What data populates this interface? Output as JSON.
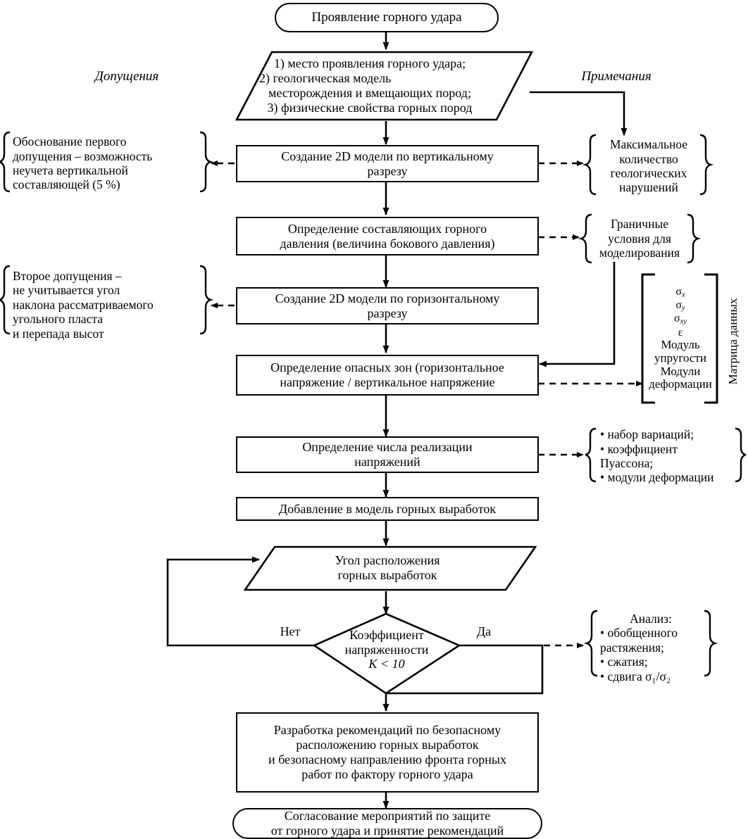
{
  "diagram": {
    "title_left": "Допущения",
    "title_right": "Примечания",
    "nodes": {
      "start": "Проявление горного удара",
      "inputs": "1) место проявления горного удара;\n2) геологическая модель\nместорождения и вмещающих пород;\n3) физические свойства горных пород",
      "inputs_l1": "1) место проявления горного удара;",
      "inputs_l2": "2) геологическая модель",
      "inputs_l3": "месторождения и вмещающих пород;",
      "inputs_l4": "3) физические свойства горных пород",
      "model_vertical_l1": "Создание 2D модели по вертикальному",
      "model_vertical_l2": "разрезу",
      "pressure_l1": "Определение составляющих горного",
      "pressure_l2": "давления (величина бокового давления)",
      "model_horizontal_l1": "Создание 2D модели по горизонтальному",
      "model_horizontal_l2": "разрезу",
      "danger_zones_l1": "Определение опасных зон (горизонтальное",
      "danger_zones_l2": "напряжение / вертикальное напряжение",
      "realizations_l1": "Определение числа реализации",
      "realizations_l2": "напряжений",
      "add_workings": "Добавление в модель горных выработок",
      "angle_l1": "Угол расположения",
      "angle_l2": "горных выработок",
      "decision_l1": "Коэффициент",
      "decision_l2": "напряженности",
      "decision_l3": "K < 10",
      "recommend_l1": "Разработка рекомендаций по безопасному",
      "recommend_l2": "расположению горных выработок",
      "recommend_l3": "и безопасному направлению фронта горных",
      "recommend_l4": "работ по фактору горного удара",
      "end_l1": "Согласование мероприятий по защите",
      "end_l2": "от горного удара и принятие рекомендаций"
    },
    "edge_labels": {
      "no": "Нет",
      "yes": "Да"
    },
    "left_notes": [
      {
        "id": "assumption-1",
        "lines": [
          "Обоснование первого",
          "допущения – возможность",
          "неучета вертикальной",
          "составляющей (5 %)"
        ]
      },
      {
        "id": "assumption-2",
        "lines": [
          "Второе допущения –",
          "не учитывается угол",
          "наклона рассматриваемого",
          "угольного пласта",
          "и перепада высот"
        ]
      }
    ],
    "right_notes": [
      {
        "id": "max-faults",
        "lines": [
          "Максимальное",
          "количество",
          "геологических",
          "нарушений"
        ]
      },
      {
        "id": "boundary-conditions",
        "lines": [
          "Граничные",
          "условия для",
          "моделирования"
        ]
      },
      {
        "id": "variation-set",
        "lines": [
          "• набор вариаций;",
          "• коэффициент",
          "   Пуассона;",
          "• модули деформации"
        ]
      },
      {
        "id": "analysis",
        "title": "Анализ:",
        "lines": [
          "• обобщенного",
          "   растяжения;",
          "• сжатия;",
          "• сдвига σ₁/σ₂"
        ]
      }
    ],
    "matrix": {
      "label": "Матрица данных",
      "rows": [
        "σx",
        "σy",
        "σxy",
        "ε",
        "Модуль",
        "упругости",
        "Модули",
        "деформации"
      ],
      "row_sx_base": "σ",
      "row_sx_sub": "x",
      "row_sy_base": "σ",
      "row_sy_sub": "y",
      "row_sxy_base": "σ",
      "row_sxy_sub": "xy",
      "row_eps": "ε",
      "row_5": "Модуль",
      "row_6": "упругости",
      "row_7": "Модули",
      "row_8": "деформации"
    },
    "colors": {
      "stroke": "#000000",
      "background": "#ffffff"
    }
  }
}
